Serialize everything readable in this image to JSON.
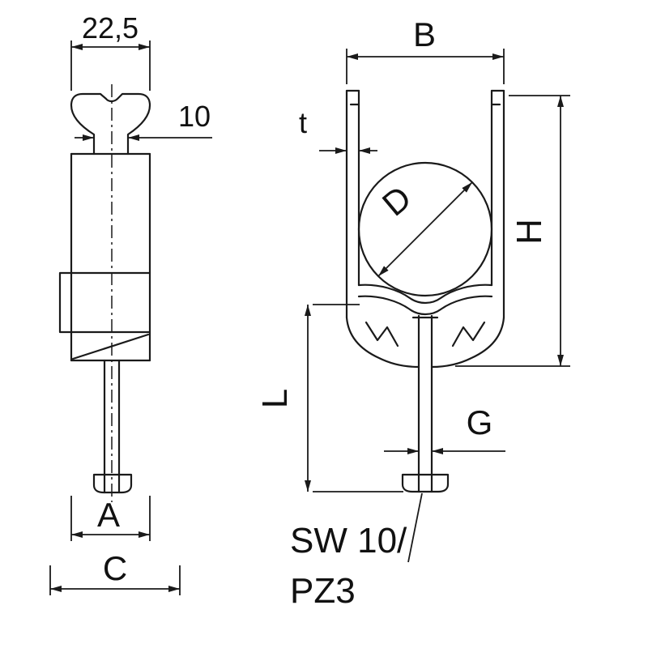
{
  "drawing": {
    "type": "technical-dimension-drawing",
    "subject": "cable-clamp-two-views",
    "colors": {
      "line": "#1a1a1a",
      "background": "#ffffff",
      "text": "#111111"
    },
    "labels": {
      "width_top": "22,5",
      "neck": "10",
      "a": "A",
      "c": "C",
      "b": "B",
      "t": "t",
      "d": "D",
      "h": "H",
      "l": "L",
      "g": "G",
      "drive_line1": "SW 10/",
      "drive_line2": "PZ3"
    }
  }
}
